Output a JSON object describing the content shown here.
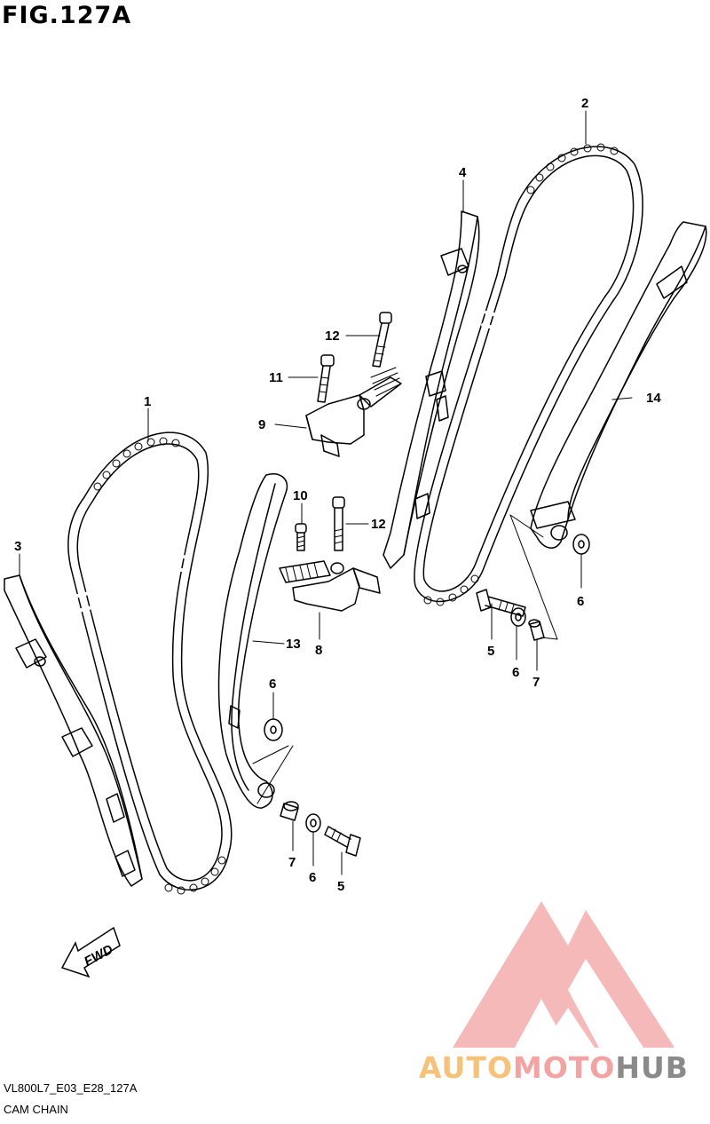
{
  "figure": {
    "title": "FIG.127A",
    "code": "VL800L7_E03_E28_127A",
    "name": "CAM CHAIN"
  },
  "fwd_label": "FWD",
  "callouts": [
    {
      "id": "c1",
      "text": "1"
    },
    {
      "id": "c2",
      "text": "2"
    },
    {
      "id": "c3",
      "text": "3"
    },
    {
      "id": "c4",
      "text": "4"
    },
    {
      "id": "c5a",
      "text": "5"
    },
    {
      "id": "c5b",
      "text": "5"
    },
    {
      "id": "c6a",
      "text": "6"
    },
    {
      "id": "c6b",
      "text": "6"
    },
    {
      "id": "c6c",
      "text": "6"
    },
    {
      "id": "c6d",
      "text": "6"
    },
    {
      "id": "c7a",
      "text": "7"
    },
    {
      "id": "c7b",
      "text": "7"
    },
    {
      "id": "c8",
      "text": "8"
    },
    {
      "id": "c9",
      "text": "9"
    },
    {
      "id": "c10",
      "text": "10"
    },
    {
      "id": "c11",
      "text": "11"
    },
    {
      "id": "c12a",
      "text": "12"
    },
    {
      "id": "c12b",
      "text": "12"
    },
    {
      "id": "c13",
      "text": "13"
    },
    {
      "id": "c14",
      "text": "14"
    }
  ],
  "watermark": {
    "part1": "AUTO",
    "part2": "MOTO",
    "part3": "HUB",
    "color1": "#f6c27a",
    "color2": "#f4a3a3",
    "color3": "#8a8a8a"
  }
}
